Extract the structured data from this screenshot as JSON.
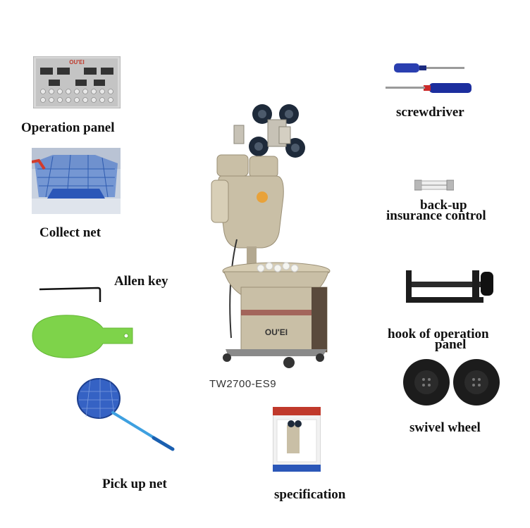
{
  "labels": {
    "operation_panel": "Operation panel",
    "collect_net": "Collect net",
    "allen_key": "Allen key",
    "pick_up_net": "Pick up net",
    "specification": "specification",
    "screwdriver": "screwdriver",
    "backup_line1": "back-up",
    "backup_line2": "insurance control",
    "hook_line1": "hook of operation",
    "hook_line2": "panel",
    "swivel_wheel": "swivel wheel"
  },
  "machine": {
    "model": "TW2700-ES9",
    "brand": "OU'EI",
    "panel_brand": "OU'EI"
  },
  "colors": {
    "machine_body": "#c9bfa6",
    "machine_dark": "#5a4a3c",
    "paddle_green": "#7ed34a",
    "net_blue": "#2b57b8",
    "screwdriver_blue": "#2a3fb0",
    "screwdriver_red": "#1c2e9e",
    "wheel_black": "#1c1c1c"
  }
}
